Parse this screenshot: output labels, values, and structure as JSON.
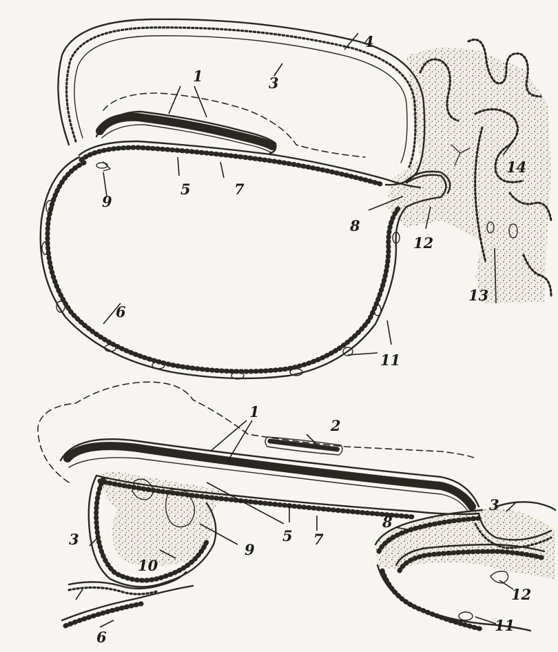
{
  "figure": {
    "top_panel": {
      "labels": [
        "1",
        "3",
        "4",
        "5",
        "7",
        "9",
        "6",
        "8",
        "12",
        "13",
        "14",
        "11"
      ]
    },
    "bottom_panel": {
      "labels": [
        "1",
        "2",
        "3",
        "3",
        "5",
        "7",
        "8",
        "9",
        "10",
        "6",
        "11",
        "12"
      ]
    }
  }
}
